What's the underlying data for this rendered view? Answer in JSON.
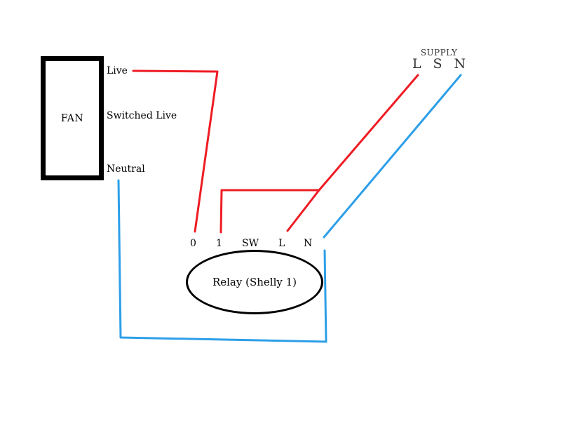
{
  "fan": {
    "label": "FAN",
    "terminals": {
      "live": "Live",
      "switched_live": "Switched Live",
      "neutral": "Neutral"
    }
  },
  "supply": {
    "label": "SUPPLY",
    "terminals": {
      "l": "L",
      "s": "S",
      "n": "N"
    }
  },
  "relay": {
    "label": "Relay (Shelly 1)",
    "terminals": {
      "out0": "0",
      "in1": "1",
      "sw": "SW",
      "l": "L",
      "n": "N"
    }
  },
  "colors": {
    "live_wire": "#ee1c24",
    "neutral_wire": "#2d9fe8",
    "component_outline": "#000000",
    "supply_text": "#333333"
  }
}
